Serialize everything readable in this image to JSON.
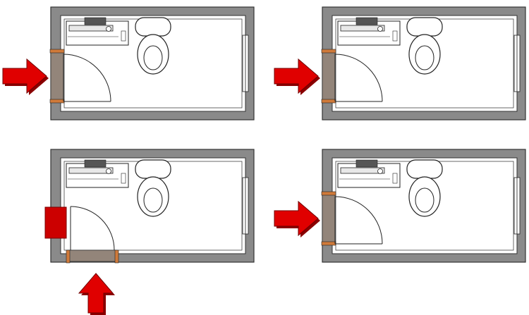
{
  "colors": {
    "background": "#ffffff",
    "wall_fill": "#8a8a8a",
    "wall_line": "#333333",
    "door_fill": "#93857a",
    "door_hinge": "#d07a3a",
    "arrow_fill": "#e00000",
    "arrow_dark": "#8a0000",
    "block_fill": "#cc0000"
  },
  "icons": {
    "arrow": "red-arrow-icon",
    "toilet": "toilet-icon",
    "sink": "sink-vanity-icon",
    "door": "door-icon",
    "window": "window-icon"
  },
  "plans": [
    {
      "id": "plan-a",
      "door_wall": "left",
      "arrow_direction": "right"
    },
    {
      "id": "plan-b",
      "door_wall": "left",
      "arrow_direction": "right"
    },
    {
      "id": "plan-c",
      "door_wall": "bottom",
      "arrow_direction": "up",
      "blocked_wall": "left"
    },
    {
      "id": "plan-d",
      "door_wall": "left",
      "arrow_direction": "right"
    }
  ]
}
